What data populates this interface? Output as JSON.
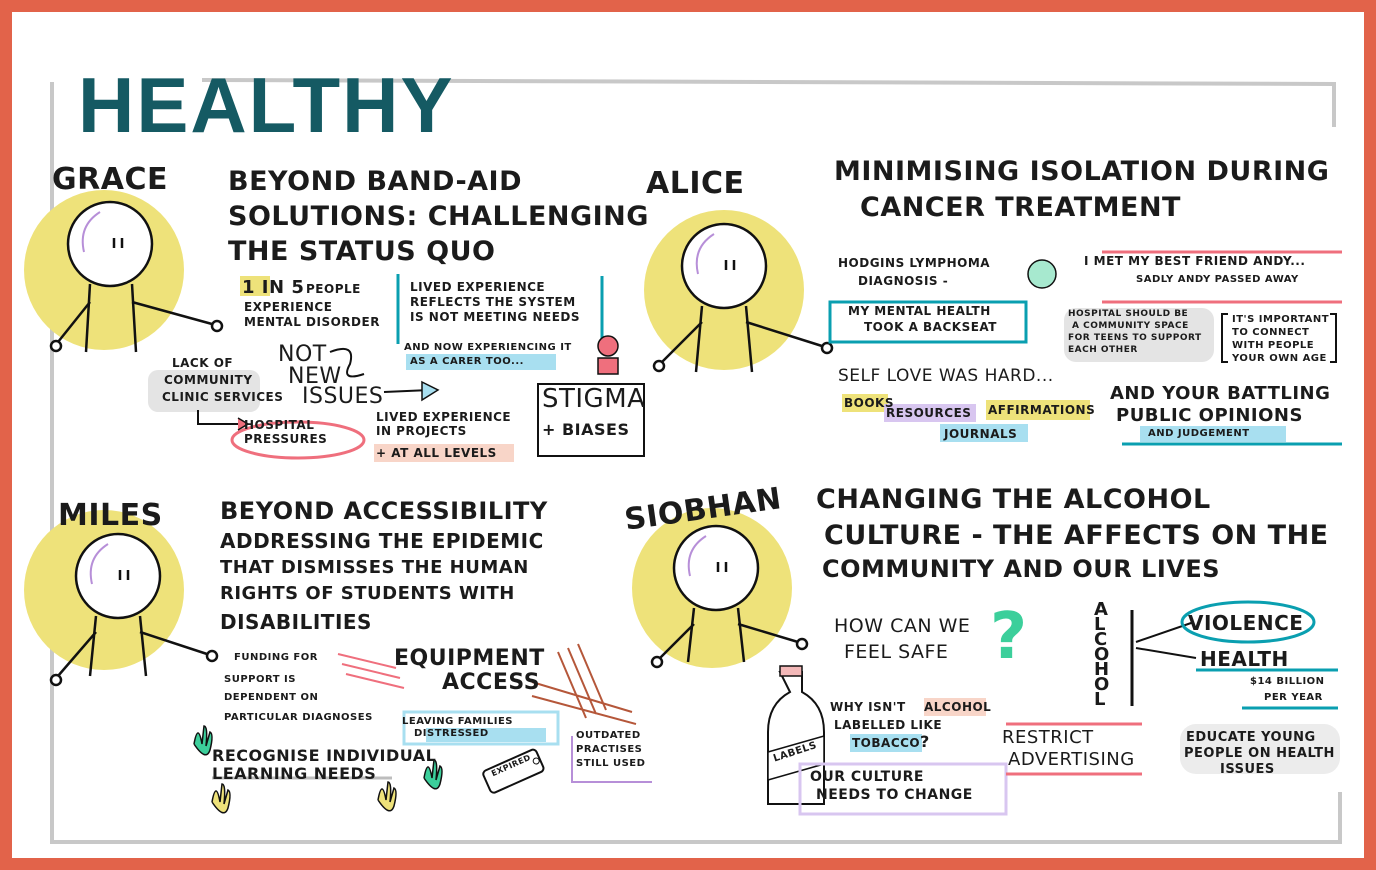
{
  "title": "HEALTHY",
  "colors": {
    "border": "#e2634a",
    "title": "#155a63",
    "halo": "#eee27a",
    "teal": "#0a9fb0",
    "pink": "#ef6f7d",
    "purple": "#b78fd8",
    "green": "#3ccf9b"
  },
  "grace": {
    "name": "GRACE",
    "title": [
      "BEYOND BAND-AID",
      "SOLUTIONS: CHALLENGING",
      "THE STATUS QUO"
    ],
    "stat_bold": "1 IN 5",
    "stat_rest": "PEOPLE",
    "stat_2": "EXPERIENCE",
    "stat_3": "MENTAL DISORDER",
    "lived": [
      "LIVED EXPERIENCE",
      "REFLECTS THE SYSTEM",
      "IS NOT MEETING NEEDS"
    ],
    "carer": [
      "AND NOW EXPERIENCING IT",
      "AS A CARER TOO..."
    ],
    "lack": [
      "LACK OF",
      "COMMUNITY",
      "CLINIC SERVICES"
    ],
    "not_new": [
      "NOT",
      "NEW",
      "ISSUES"
    ],
    "hospital": [
      "HOSPITAL",
      "PRESSURES"
    ],
    "projects": [
      "LIVED EXPERIENCE",
      "IN PROJECTS"
    ],
    "levels": "+ AT ALL LEVELS",
    "stigma": "STIGMA",
    "biases": "+ BIASES"
  },
  "alice": {
    "name": "ALICE",
    "title": [
      "MINIMISING ISOLATION DURING",
      "CANCER TREATMENT"
    ],
    "diagnosis": [
      "HODGINS LYMPHOMA",
      "DIAGNOSIS -"
    ],
    "backseat": [
      "MY MENTAL HEALTH",
      "TOOK A BACKSEAT"
    ],
    "friend": "I MET MY BEST FRIEND ANDY...",
    "passed": "SADLY ANDY PASSED AWAY",
    "hospital": [
      "HOSPITAL SHOULD BE",
      "A COMMUNITY SPACE",
      "FOR TEENS TO SUPPORT",
      "EACH OTHER"
    ],
    "connect": [
      "IT'S IMPORTANT",
      "TO CONNECT",
      "WITH PEOPLE",
      "YOUR OWN AGE"
    ],
    "self_love": "SELF LOVE WAS HARD...",
    "books": "BOOKS",
    "resources": "RESOURCES",
    "affirmations": "AFFIRMATIONS",
    "journals": "JOURNALS",
    "battling": [
      "AND YOUR BATTLING",
      "PUBLIC OPINIONS"
    ],
    "judgement": "AND JUDGEMENT"
  },
  "miles": {
    "name": "MILES",
    "title": [
      "BEYOND ACCESSIBILITY",
      "ADDRESSING THE EPIDEMIC",
      "THAT DISMISSES THE HUMAN",
      "RIGHTS OF STUDENTS WITH",
      "DISABILITIES"
    ],
    "funding": [
      "FUNDING FOR",
      "SUPPORT IS",
      "DEPENDENT ON",
      "PARTICULAR DIAGNOSES"
    ],
    "equipment": [
      "EQUIPMENT",
      "ACCESS"
    ],
    "families": [
      "LEAVING FAMILIES",
      "DISTRESSED"
    ],
    "recognise": [
      "RECOGNISE INDIVIDUAL",
      "LEARNING NEEDS"
    ],
    "outdated": [
      "OUTDATED",
      "PRACTISES",
      "STILL USED"
    ],
    "expired": "EXPIRED"
  },
  "siobhan": {
    "name": "SIOBHAN",
    "title": [
      "CHANGING THE ALCOHOL",
      "CULTURE - THE AFFECTS ON THE",
      "COMMUNITY AND OUR LIVES"
    ],
    "safe": [
      "HOW CAN WE",
      "FEEL SAFE"
    ],
    "qmark": "?",
    "alcohol_vertical": "ALCOHOL",
    "violence": "VIOLENCE",
    "health": "HEALTH",
    "cost": [
      "$14 BILLION",
      "PER YEAR"
    ],
    "labelled_1": "WHY ISN'T",
    "labelled_hl": "ALCOHOL",
    "labelled_2": "LABELLED LIKE",
    "tobacco": "TOBACCO",
    "tobacco_q": "?",
    "labels": "LABELS",
    "restrict": [
      "RESTRICT",
      "ADVERTISING"
    ],
    "educate": [
      "EDUCATE YOUNG",
      "PEOPLE ON HEALTH",
      "ISSUES"
    ],
    "culture": [
      "OUR CULTURE",
      "NEEDS TO CHANGE"
    ]
  }
}
